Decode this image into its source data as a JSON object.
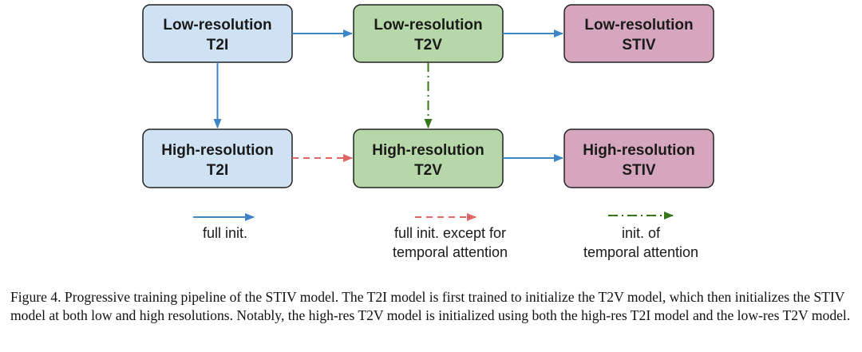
{
  "nodes": {
    "lr_t2i": {
      "line1": "Low-resolution",
      "line2": "T2I"
    },
    "lr_t2v": {
      "line1": "Low-resolution",
      "line2": "T2V"
    },
    "lr_stiv": {
      "line1": "Low-resolution",
      "line2": "STIV"
    },
    "hr_t2i": {
      "line1": "High-resolution",
      "line2": "T2I"
    },
    "hr_t2v": {
      "line1": "High-resolution",
      "line2": "T2V"
    },
    "hr_stiv": {
      "line1": "High-resolution",
      "line2": "STIV"
    }
  },
  "legend": {
    "full_init": {
      "line1": "full init."
    },
    "full_init_except": {
      "line1": "full init. except for",
      "line2": "temporal attention"
    },
    "init_temporal": {
      "line1": "init. of",
      "line2": "temporal attention"
    }
  },
  "caption": "Figure 4. Progressive training pipeline of the STIV model. The T2I model is first trained to initialize the T2V model, which then initializes the STIV model at both low and high resolutions. Notably, the high-res T2V model is initialized using both the high-res T2I model and the low-res T2V model.",
  "colors": {
    "t2i_fill": "#cfe2f3",
    "t2v_fill": "#b6d7a8",
    "stiv_fill": "#d5a6bd",
    "blue_arrow": "#3d85c6",
    "red_arrow": "#e06666",
    "green_arrow": "#38761d"
  }
}
